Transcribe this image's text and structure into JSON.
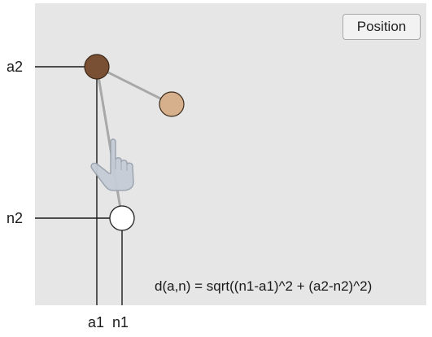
{
  "toolbar": {
    "position_label": "Position"
  },
  "axes": {
    "a2_label": "a2",
    "n2_label": "n2",
    "a1_label": "a1",
    "n1_label": "n1"
  },
  "formula": {
    "text": "d(a,n) = sqrt((n1-a1)^2 + (a2-n2)^2)"
  },
  "points": {
    "a": {
      "color": "#7a5034",
      "name": "a"
    },
    "drag": {
      "color": "#d6b08c",
      "name": "dragged"
    },
    "n": {
      "color": "#ffffff",
      "name": "n"
    }
  },
  "colors": {
    "canvas": "#e6e6e6",
    "guide_line": "#1a1a1a",
    "connector": "#a8a8a8"
  },
  "icons": {
    "cursor": "hand-pointer-icon"
  }
}
